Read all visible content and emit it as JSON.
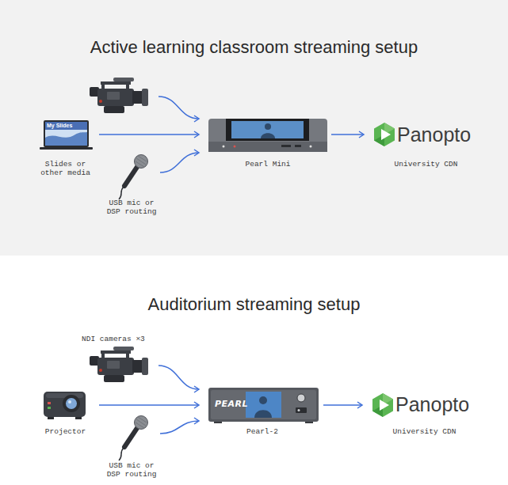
{
  "diagram": {
    "nodes": [
      {
        "text": []
      },
      {
        "text": [
          "My Slides",
          "Slides or other media"
        ]
      },
      {
        "text": [
          "USB mic or DSP routing"
        ]
      },
      {
        "text": [
          "Pearl Mini"
        ]
      },
      {
        "text": [
          "Panopto",
          "University CDN"
        ]
      },
      {
        "text": [
          "NDI cameras ×3"
        ]
      },
      {
        "text": [
          "Projector"
        ]
      },
      {
        "text": [
          "USB mic or DSP routing"
        ]
      },
      {
        "text": [
          "PEARL",
          "Pearl-2"
        ]
      },
      {
        "text": [
          "Panopto",
          "University CDN"
        ]
      }
    ],
    "edges": [
      {
        "from": 0,
        "to": 3,
        "arrow": "to"
      },
      {
        "from": 1,
        "to": 3,
        "arrow": "to"
      },
      {
        "from": 2,
        "to": 3,
        "arrow": "to"
      },
      {
        "from": 3,
        "to": 4,
        "arrow": "to"
      },
      {
        "from": 5,
        "to": 8,
        "arrow": "to"
      },
      {
        "from": 6,
        "to": 8,
        "arrow": "to"
      },
      {
        "from": 7,
        "to": 8,
        "arrow": "to"
      },
      {
        "from": 8,
        "to": 9,
        "arrow": "to"
      }
    ],
    "labels": [
      "Active learning classroom streaming setup",
      "Auditorium streaming setup"
    ]
  }
}
